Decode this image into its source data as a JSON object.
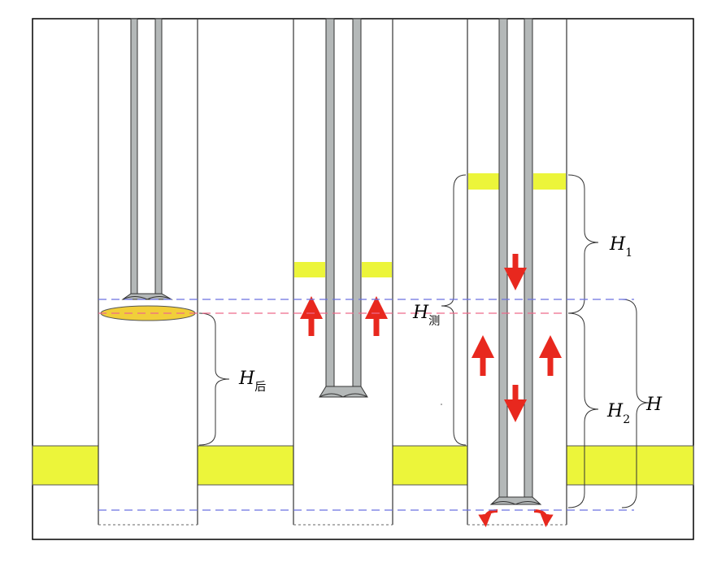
{
  "labels": {
    "h_after": {
      "main": "H",
      "sub": "后"
    },
    "h_measure": {
      "main": "H",
      "sub": "测"
    },
    "h1": {
      "main": "H",
      "sub": "1"
    },
    "h2": {
      "main": "H",
      "sub": "2"
    },
    "h_total": {
      "main": "H"
    }
  },
  "colors": {
    "formation": "#ecf53a",
    "tubing": "#b4b8b8",
    "arrow": "#e8281e",
    "blue_dash": "#6a72e0",
    "pink_dash": "#ee6a8a",
    "plug": "#f1cf3a"
  }
}
